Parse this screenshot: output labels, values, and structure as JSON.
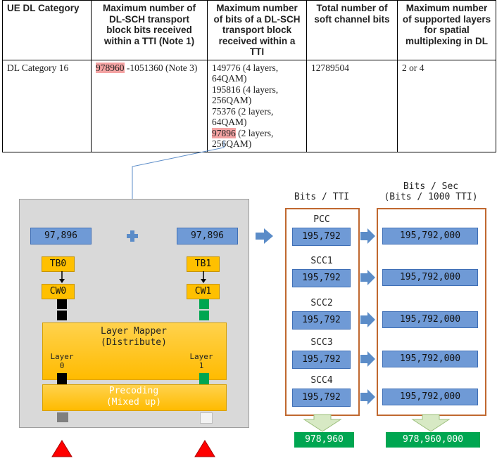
{
  "table": {
    "headers": [
      "UE DL Category",
      "Maximum number of DL-SCH transport block bits received within a TTI (Note 1)",
      "Maximum number of bits of a DL-SCH transport block received within a TTI",
      "Total number of soft channel bits",
      "Maximum number of supported layers for spatial multiplexing in DL"
    ],
    "row": {
      "category": "DL Category 16",
      "max_bits_hl": "978960",
      "max_bits_rest": " -1051360 (Note 3)",
      "tb_lines": [
        "149776 (4 layers, 64QAM)",
        "195816 (4 layers, 256QAM)",
        "75376 (2 layers, 64QAM)"
      ],
      "tb_last_hl": "97896",
      "tb_last_rest": " (2 layers, 256QAM)",
      "soft_bits": "12789504",
      "layers": "2 or 4"
    }
  },
  "diagram": {
    "tb_value_left": "97,896",
    "tb_value_right": "97,896",
    "tb0": "TB0",
    "tb1": "TB1",
    "cw0": "CW0",
    "cw1": "CW1",
    "mapper_title": "Layer Mapper",
    "mapper_sub": "(Distribute)",
    "layer_word": "Layer",
    "layer0": "0",
    "layer1": "1",
    "precoding_title": "Precoding",
    "precoding_sub": "(Mixed up)",
    "bits_tti_header": "Bits / TTI",
    "bits_sec_header_1": "Bits / Sec",
    "bits_sec_header_2": "(Bits / 1000 TTI)",
    "carriers": [
      {
        "name": "PCC",
        "tti": "195,792",
        "sec": "195,792,000"
      },
      {
        "name": "SCC1",
        "tti": "195,792",
        "sec": "195,792,000"
      },
      {
        "name": "SCC2",
        "tti": "195,792",
        "sec": "195,792,000"
      },
      {
        "name": "SCC3",
        "tti": "195,792",
        "sec": "195,792,000"
      },
      {
        "name": "SCC4",
        "tti": "195,792",
        "sec": "195,792,000"
      }
    ],
    "total_tti": "978,960",
    "total_sec": "978,960,000",
    "colors": {
      "blue_box": "#6f9ad6",
      "orange_box": "#ffc000",
      "frame": "#c0682f",
      "green": "#00a651",
      "antenna": "#ff0000"
    }
  }
}
